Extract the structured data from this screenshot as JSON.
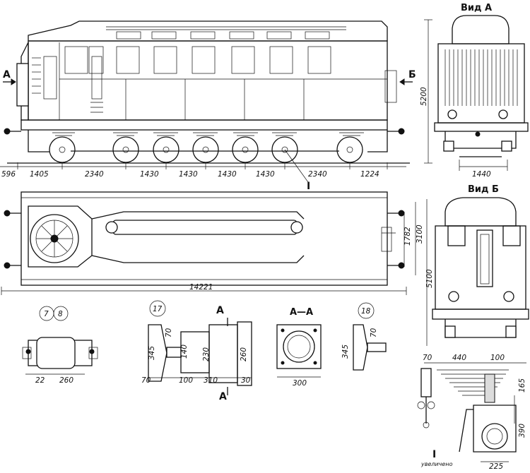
{
  "views": {
    "view_a_title": "Вид А",
    "view_b_title": "Вид Б",
    "arrow_a": "А",
    "arrow_b": "Б",
    "section_title": "А—А",
    "section_mark": "А",
    "callout_one": "I",
    "detail_numeral": "I",
    "detail_caption": "увеличено"
  },
  "part_numbers": {
    "p7": "7",
    "p8": "8",
    "p17": "17",
    "p18": "18"
  },
  "dimensions": {
    "side_bottom": [
      "596",
      "1405",
      "2340",
      "1430",
      "1430",
      "1430",
      "1430",
      "2340",
      "1224"
    ],
    "height_total": "5200",
    "width_a": "1440",
    "plan_length": "14221",
    "plan_width_1": "1782",
    "plan_width_2": "3100",
    "plan_height_b": "5100",
    "part78": [
      "22",
      "260"
    ],
    "part17_dia": [
      "345",
      "70",
      "140"
    ],
    "part17_body": [
      "230",
      "260"
    ],
    "part17_len": [
      "70",
      "100",
      "310",
      "30"
    ],
    "section_width": "300",
    "part18_dia": [
      "345",
      "70"
    ],
    "detail_top": [
      "70",
      "440",
      "100"
    ],
    "detail_side": [
      "165",
      "390"
    ],
    "detail_bottom": "225"
  }
}
